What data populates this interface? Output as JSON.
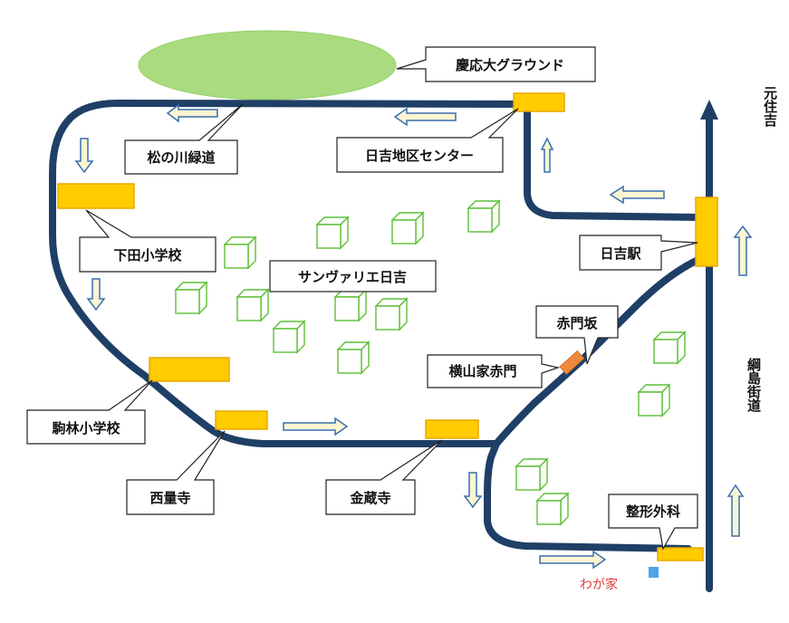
{
  "labels": {
    "keio_ground": "慶応大グラウンド",
    "matsunokawa": "松の川緑道",
    "hiyoshi_center": "日吉地区センター",
    "shimoda_school": "下田小学校",
    "sanvarie": "サンヴァリエ日吉",
    "hiyoshi_station": "日吉駅",
    "akamon_zaka": "赤門坂",
    "yokoyama_akamon": "横山家赤門",
    "komabayashi_school": "駒林小学校",
    "sairyoji": "西量寺",
    "konzoji": "金蔵寺",
    "orthopedics": "整形外科",
    "my_home": "わが家",
    "motosumiyoshi": "元住吉",
    "tsunashima_kaido": "綱島街道"
  },
  "colors": {
    "road": "#1f3f66",
    "station_fill": "#ffcc00",
    "park": "#a8dc7e",
    "building_stroke": "#5cbf36",
    "arrow_stroke": "#3a6fb0",
    "arrow_fill": "#fbf5d3",
    "home_marker": "#4da6e8",
    "home_text": "#e23a3a",
    "akamon_marker": "#f08a3a"
  }
}
